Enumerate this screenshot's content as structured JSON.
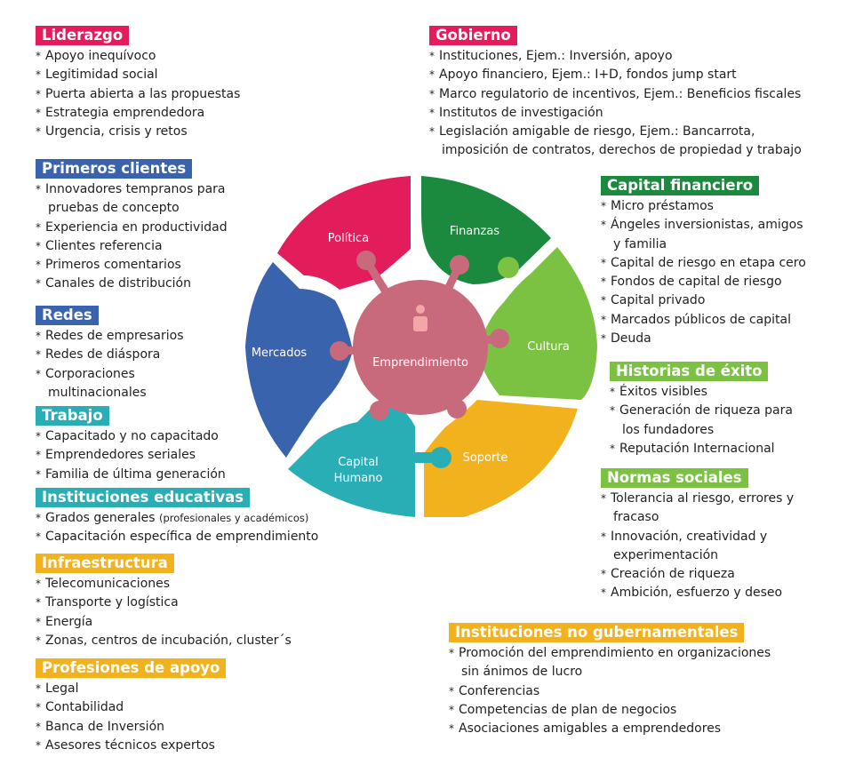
{
  "colors": {
    "liderazgo": "#e31d5b",
    "primeros_clientes": "#3a63ad",
    "redes": "#3a63ad",
    "trabajo": "#2aaeb6",
    "instituciones_educativas": "#2aaeb6",
    "infraestructura": "#f2b21e",
    "profesiones_apoyo": "#f2b21e",
    "gobierno": "#e31d5b",
    "capital_financiero": "#1c8a3e",
    "historias_exito": "#7cc242",
    "normas_sociales": "#7cc242",
    "no_gubernamentales": "#f2b21e"
  },
  "left": {
    "liderazgo": {
      "title": "Liderazgo",
      "items": [
        "Apoyo inequívoco",
        "Legitimidad social",
        "Puerta abierta a las propuestas",
        "Estrategia emprendedora",
        "Urgencia, crisis y retos"
      ]
    },
    "primeros_clientes": {
      "title": "Primeros clientes",
      "items": [
        "Innovadores tempranos para",
        "pruebas de concepto",
        "Experiencia en productividad",
        "Clientes referencia",
        "Primeros comentarios",
        "Canales de distribución"
      ]
    },
    "redes": {
      "title": "Redes",
      "items": [
        "Redes de empresarios",
        "Redes de diáspora",
        "Corporaciones",
        "multinacionales"
      ]
    },
    "trabajo": {
      "title": "Trabajo",
      "items": [
        "Capacitado y no capacitado",
        "Emprendedores seriales",
        "Familia de última generación"
      ]
    },
    "instituciones_educativas": {
      "title": "Instituciones educativas",
      "item1_main": "Grados generales",
      "item1_small": "(profesionales y académicos)",
      "item2": "Capacitación específica de emprendimiento"
    },
    "infraestructura": {
      "title": "Infraestructura",
      "items": [
        "Telecomunicaciones",
        "Transporte y logística",
        "Energía",
        "Zonas, centros de incubación, cluster´s"
      ]
    },
    "profesiones_apoyo": {
      "title": "Profesiones de apoyo",
      "items": [
        "Legal",
        "Contabilidad",
        "Banca de Inversión",
        "Asesores técnicos expertos"
      ]
    }
  },
  "right": {
    "gobierno": {
      "title": "Gobierno",
      "items": [
        "Instituciones, Ejem.: Inversión, apoyo",
        "Apoyo financiero, Ejem.: I+D, fondos jump start",
        "Marco regulatorio de incentivos, Ejem.: Beneficios fiscales",
        "Institutos de investigación",
        "Legislación amigable de riesgo, Ejem.: Bancarrota,",
        "imposición de contratos, derechos de propiedad y trabajo"
      ]
    },
    "capital_financiero": {
      "title": "Capital financiero",
      "items": [
        "Micro préstamos",
        "Ángeles inversionistas, amigos",
        "y familia",
        "Capital de riesgo en etapa cero",
        "Fondos de capital de riesgo",
        "Capital privado",
        "Marcados públicos de capital",
        "Deuda"
      ]
    },
    "historias_exito": {
      "title": "Historias de éxito",
      "items": [
        "Éxitos visibles",
        "Generación de riqueza para",
        "los fundadores",
        "Reputación Internacional"
      ]
    },
    "normas_sociales": {
      "title": "Normas sociales",
      "items": [
        "Tolerancia al riesgo, errores y",
        "fracaso",
        "Innovación, creatividad y",
        "experimentación",
        "Creación de riqueza",
        "Ambición, esfuerzo y deseo"
      ]
    },
    "no_gubernamentales": {
      "title": "Instituciones no gubernamentales",
      "items": [
        "Promoción del emprendimiento en organizaciones",
        "sin ánimos de lucro",
        "Conferencias",
        "Competencias de plan de negocios",
        "Asociaciones amigables a emprendedores"
      ]
    }
  },
  "wheel": {
    "center": "Emprendimiento",
    "center_color": "#c8697c",
    "segments": {
      "politica": "Política",
      "finanzas": "Finanzas",
      "cultura": "Cultura",
      "soporte": "Soporte",
      "capital_humano_1": "Capital",
      "capital_humano_2": "Humano",
      "mercados": "Mercados"
    }
  }
}
